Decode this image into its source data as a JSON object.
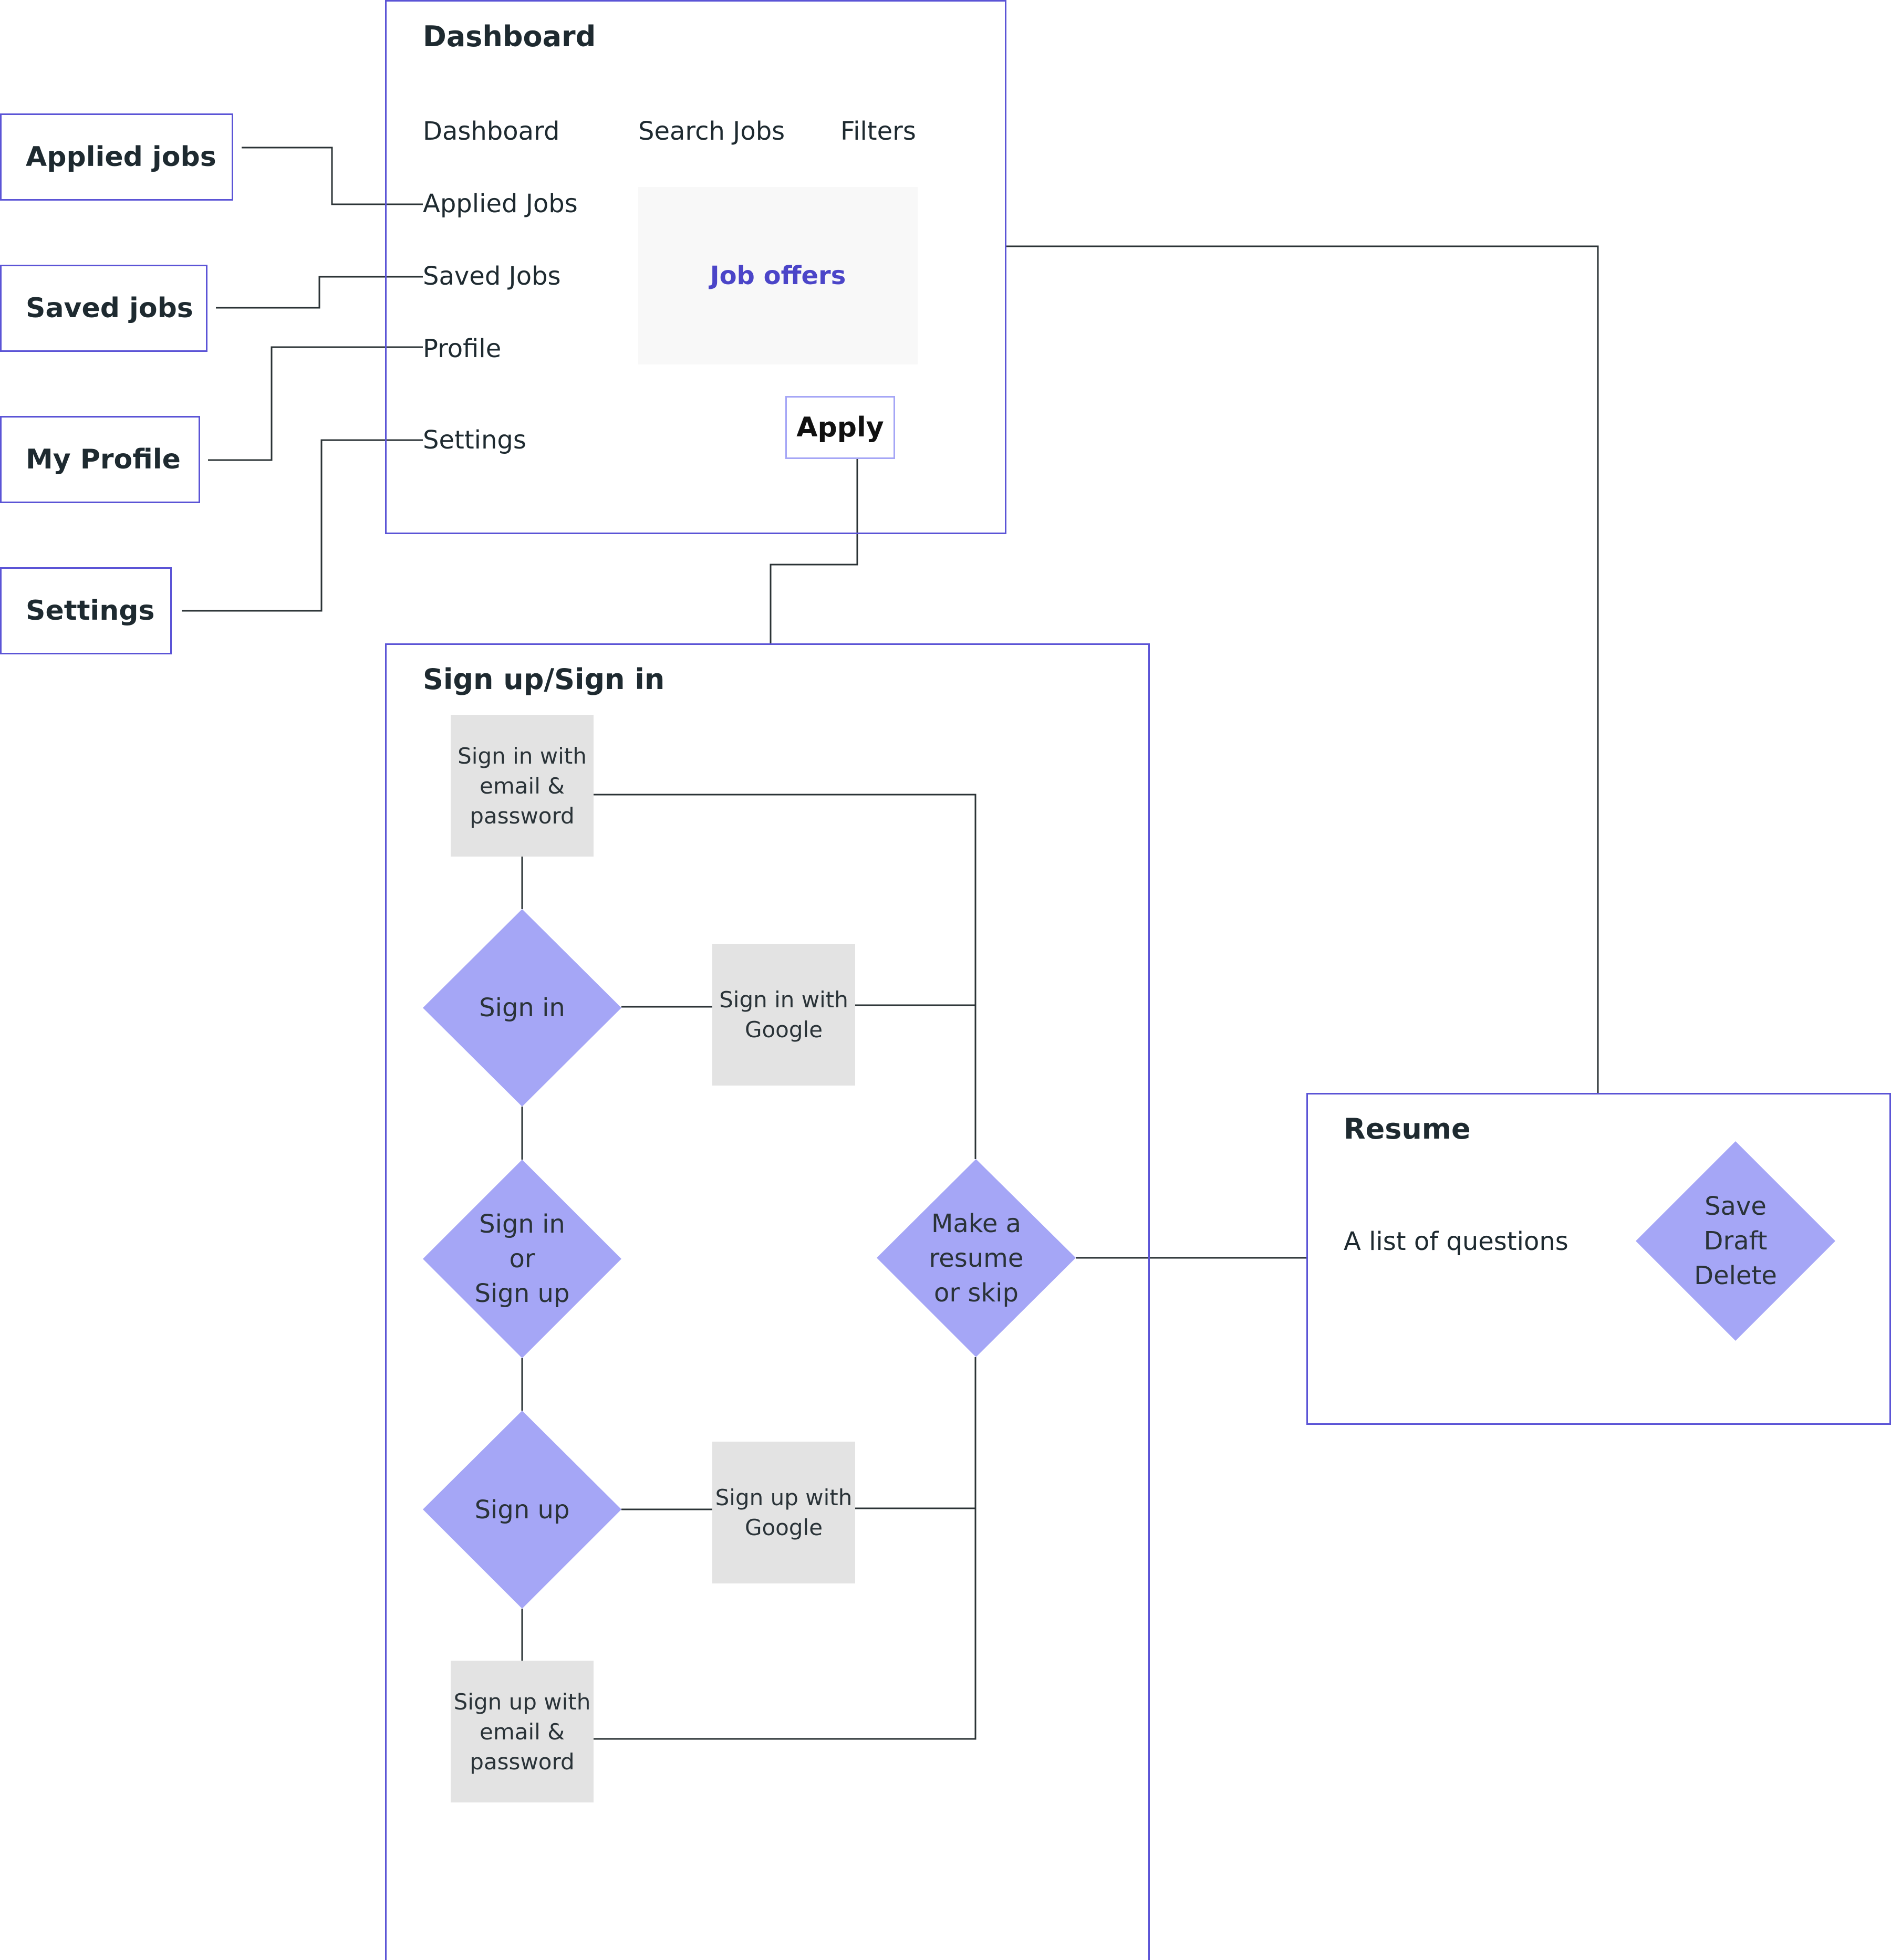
{
  "side_nav": [
    {
      "label": "Applied jobs"
    },
    {
      "label": "Saved jobs"
    },
    {
      "label": "My Profile"
    },
    {
      "label": "Settings"
    }
  ],
  "dashboard": {
    "title": "Dashboard",
    "top_menu": [
      "Dashboard",
      "Search Jobs",
      "Filters"
    ],
    "left_menu": [
      "Applied Jobs",
      "Saved Jobs",
      "Profile",
      "Settings"
    ],
    "job_offers_label": "Job offers",
    "apply_label": "Apply"
  },
  "auth": {
    "title": "Sign up/Sign in",
    "signin_email": [
      "Sign in with",
      "email &",
      "password"
    ],
    "signin_google": [
      "Sign in with",
      "Google"
    ],
    "signup_google": [
      "Sign up with",
      "Google"
    ],
    "signup_email": [
      "Sign up with",
      "email &",
      "password"
    ],
    "diamond_signin": [
      "Sign in"
    ],
    "diamond_choice": [
      "Sign in",
      "or",
      "Sign up"
    ],
    "diamond_signup": [
      "Sign up"
    ],
    "diamond_resume": [
      "Make a",
      "resume",
      "or skip"
    ]
  },
  "resume": {
    "title": "Resume",
    "questions_label": "A list of questions",
    "actions": [
      "Save",
      "Draft",
      "Delete"
    ]
  },
  "colors": {
    "frame_border": "#5b54d6",
    "accent_text": "#4b45c8",
    "diamond_fill": "#a5a6f6",
    "grey_box": "#e3e3e3",
    "wire": "#2b3336"
  }
}
